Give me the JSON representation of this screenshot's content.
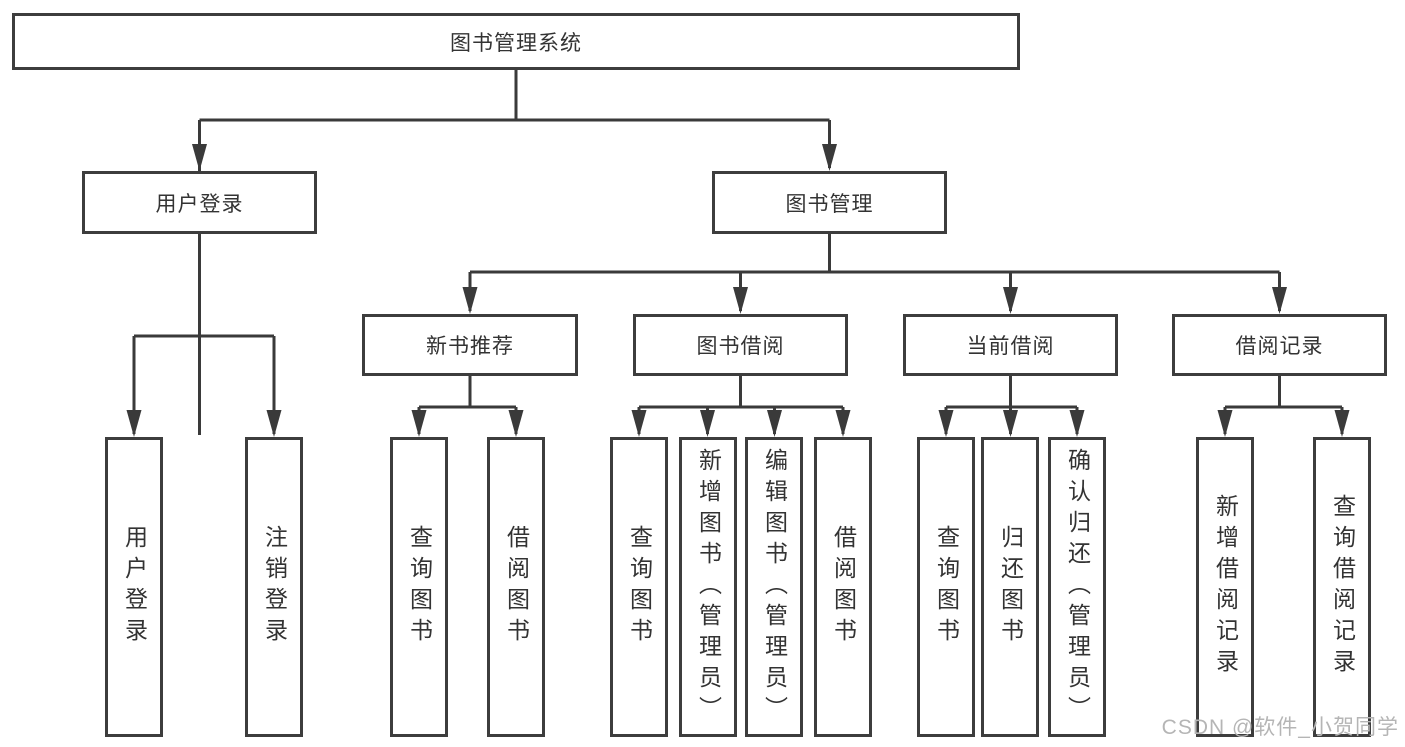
{
  "diagram": {
    "root": {
      "label": "图书管理系统"
    },
    "branches": [
      {
        "label": "用户登录",
        "children": [
          {
            "label": "用户登录"
          },
          {
            "label": "注销登录"
          }
        ]
      },
      {
        "label": "图书管理",
        "children": [
          {
            "label": "新书推荐",
            "children": [
              {
                "label": "查询图书"
              },
              {
                "label": "借阅图书"
              }
            ]
          },
          {
            "label": "图书借阅",
            "children": [
              {
                "label": "查询图书"
              },
              {
                "label": "新增图书（管理员）"
              },
              {
                "label": "编辑图书（管理员）"
              },
              {
                "label": "借阅图书"
              }
            ]
          },
          {
            "label": "当前借阅",
            "children": [
              {
                "label": "查询图书"
              },
              {
                "label": "归还图书"
              },
              {
                "label": "确认归还（管理员）"
              }
            ]
          },
          {
            "label": "借阅记录",
            "children": [
              {
                "label": "新增借阅记录"
              },
              {
                "label": "查询借阅记录"
              }
            ]
          }
        ]
      }
    ]
  },
  "watermark": {
    "text": "CSDN @软件_小贺同学"
  },
  "colors": {
    "line": "#3a3a3a",
    "border": "#3d3d3d",
    "text": "#333333",
    "watermark": "#b5b5b5",
    "background": "#ffffff"
  }
}
